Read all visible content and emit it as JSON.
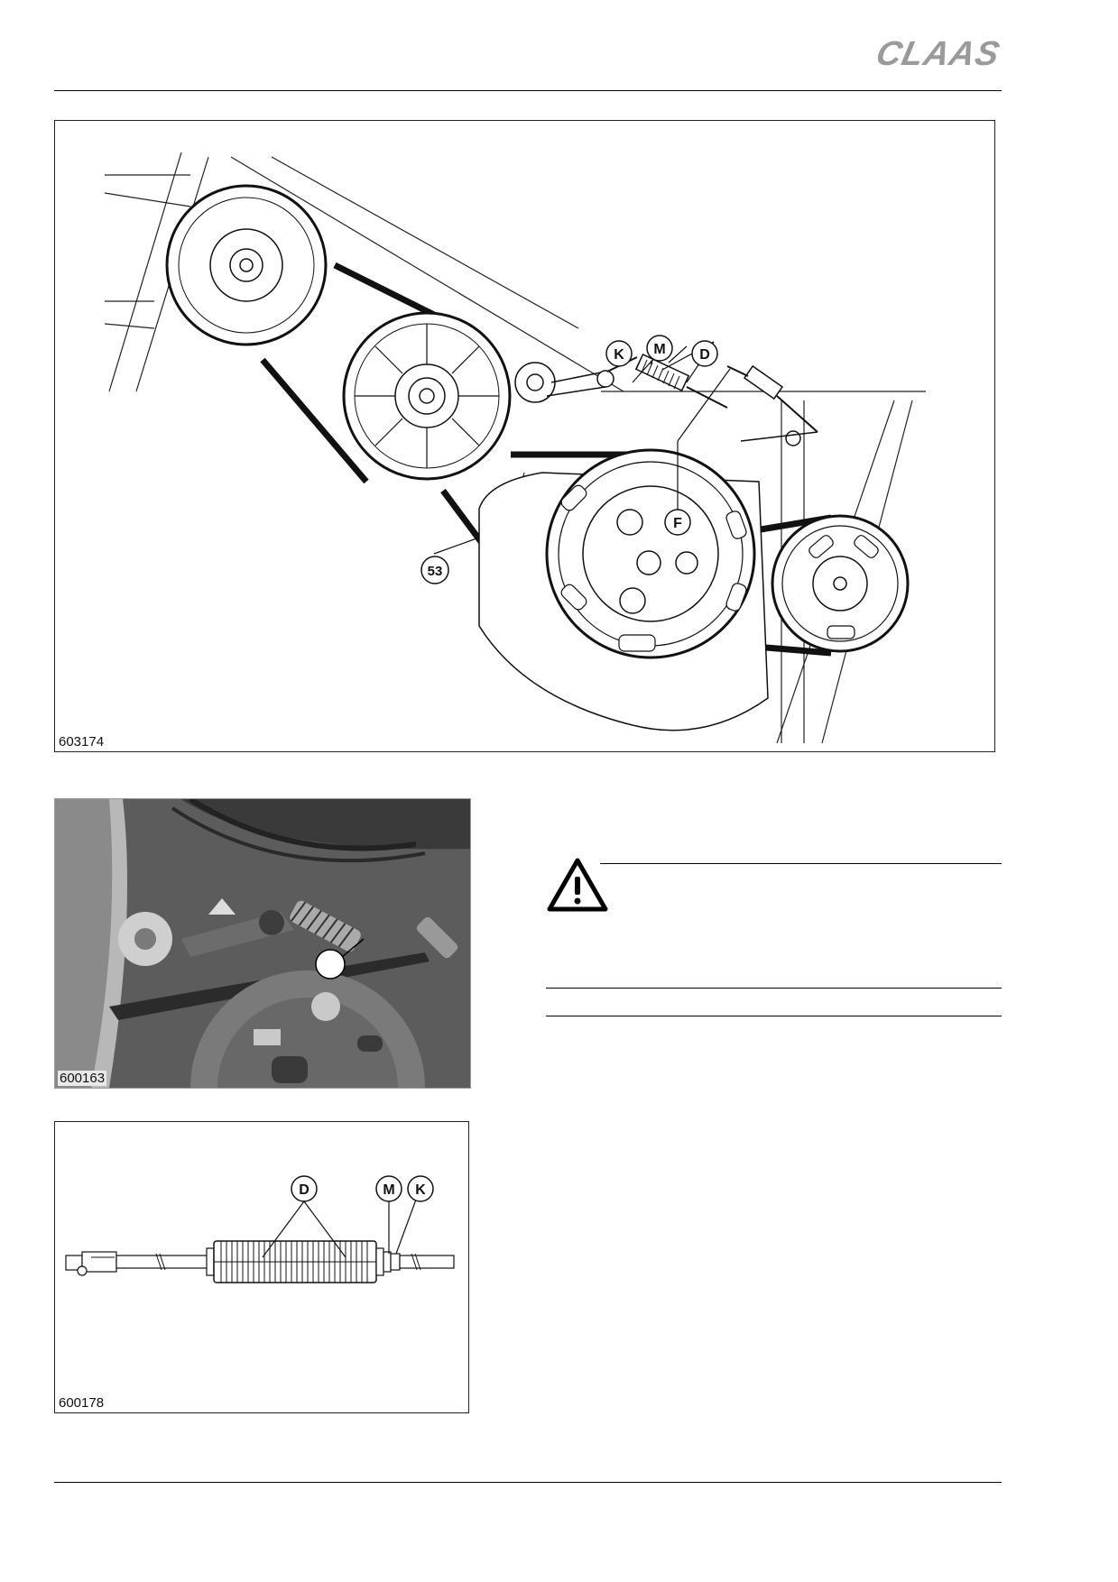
{
  "header": {
    "brand": "CLAAS"
  },
  "figures": {
    "main": {
      "id": "603174",
      "callouts": [
        "K",
        "M",
        "D",
        "F",
        "53"
      ]
    },
    "photo": {
      "id": "600163"
    },
    "detail": {
      "id": "600178",
      "callouts": [
        "D",
        "M",
        "K"
      ]
    }
  },
  "warning": {
    "icon": "warning-triangle-icon"
  },
  "colors": {
    "line": "#111111",
    "logo": "#9a9a9a",
    "photo_bg": "#5a5a5a"
  }
}
